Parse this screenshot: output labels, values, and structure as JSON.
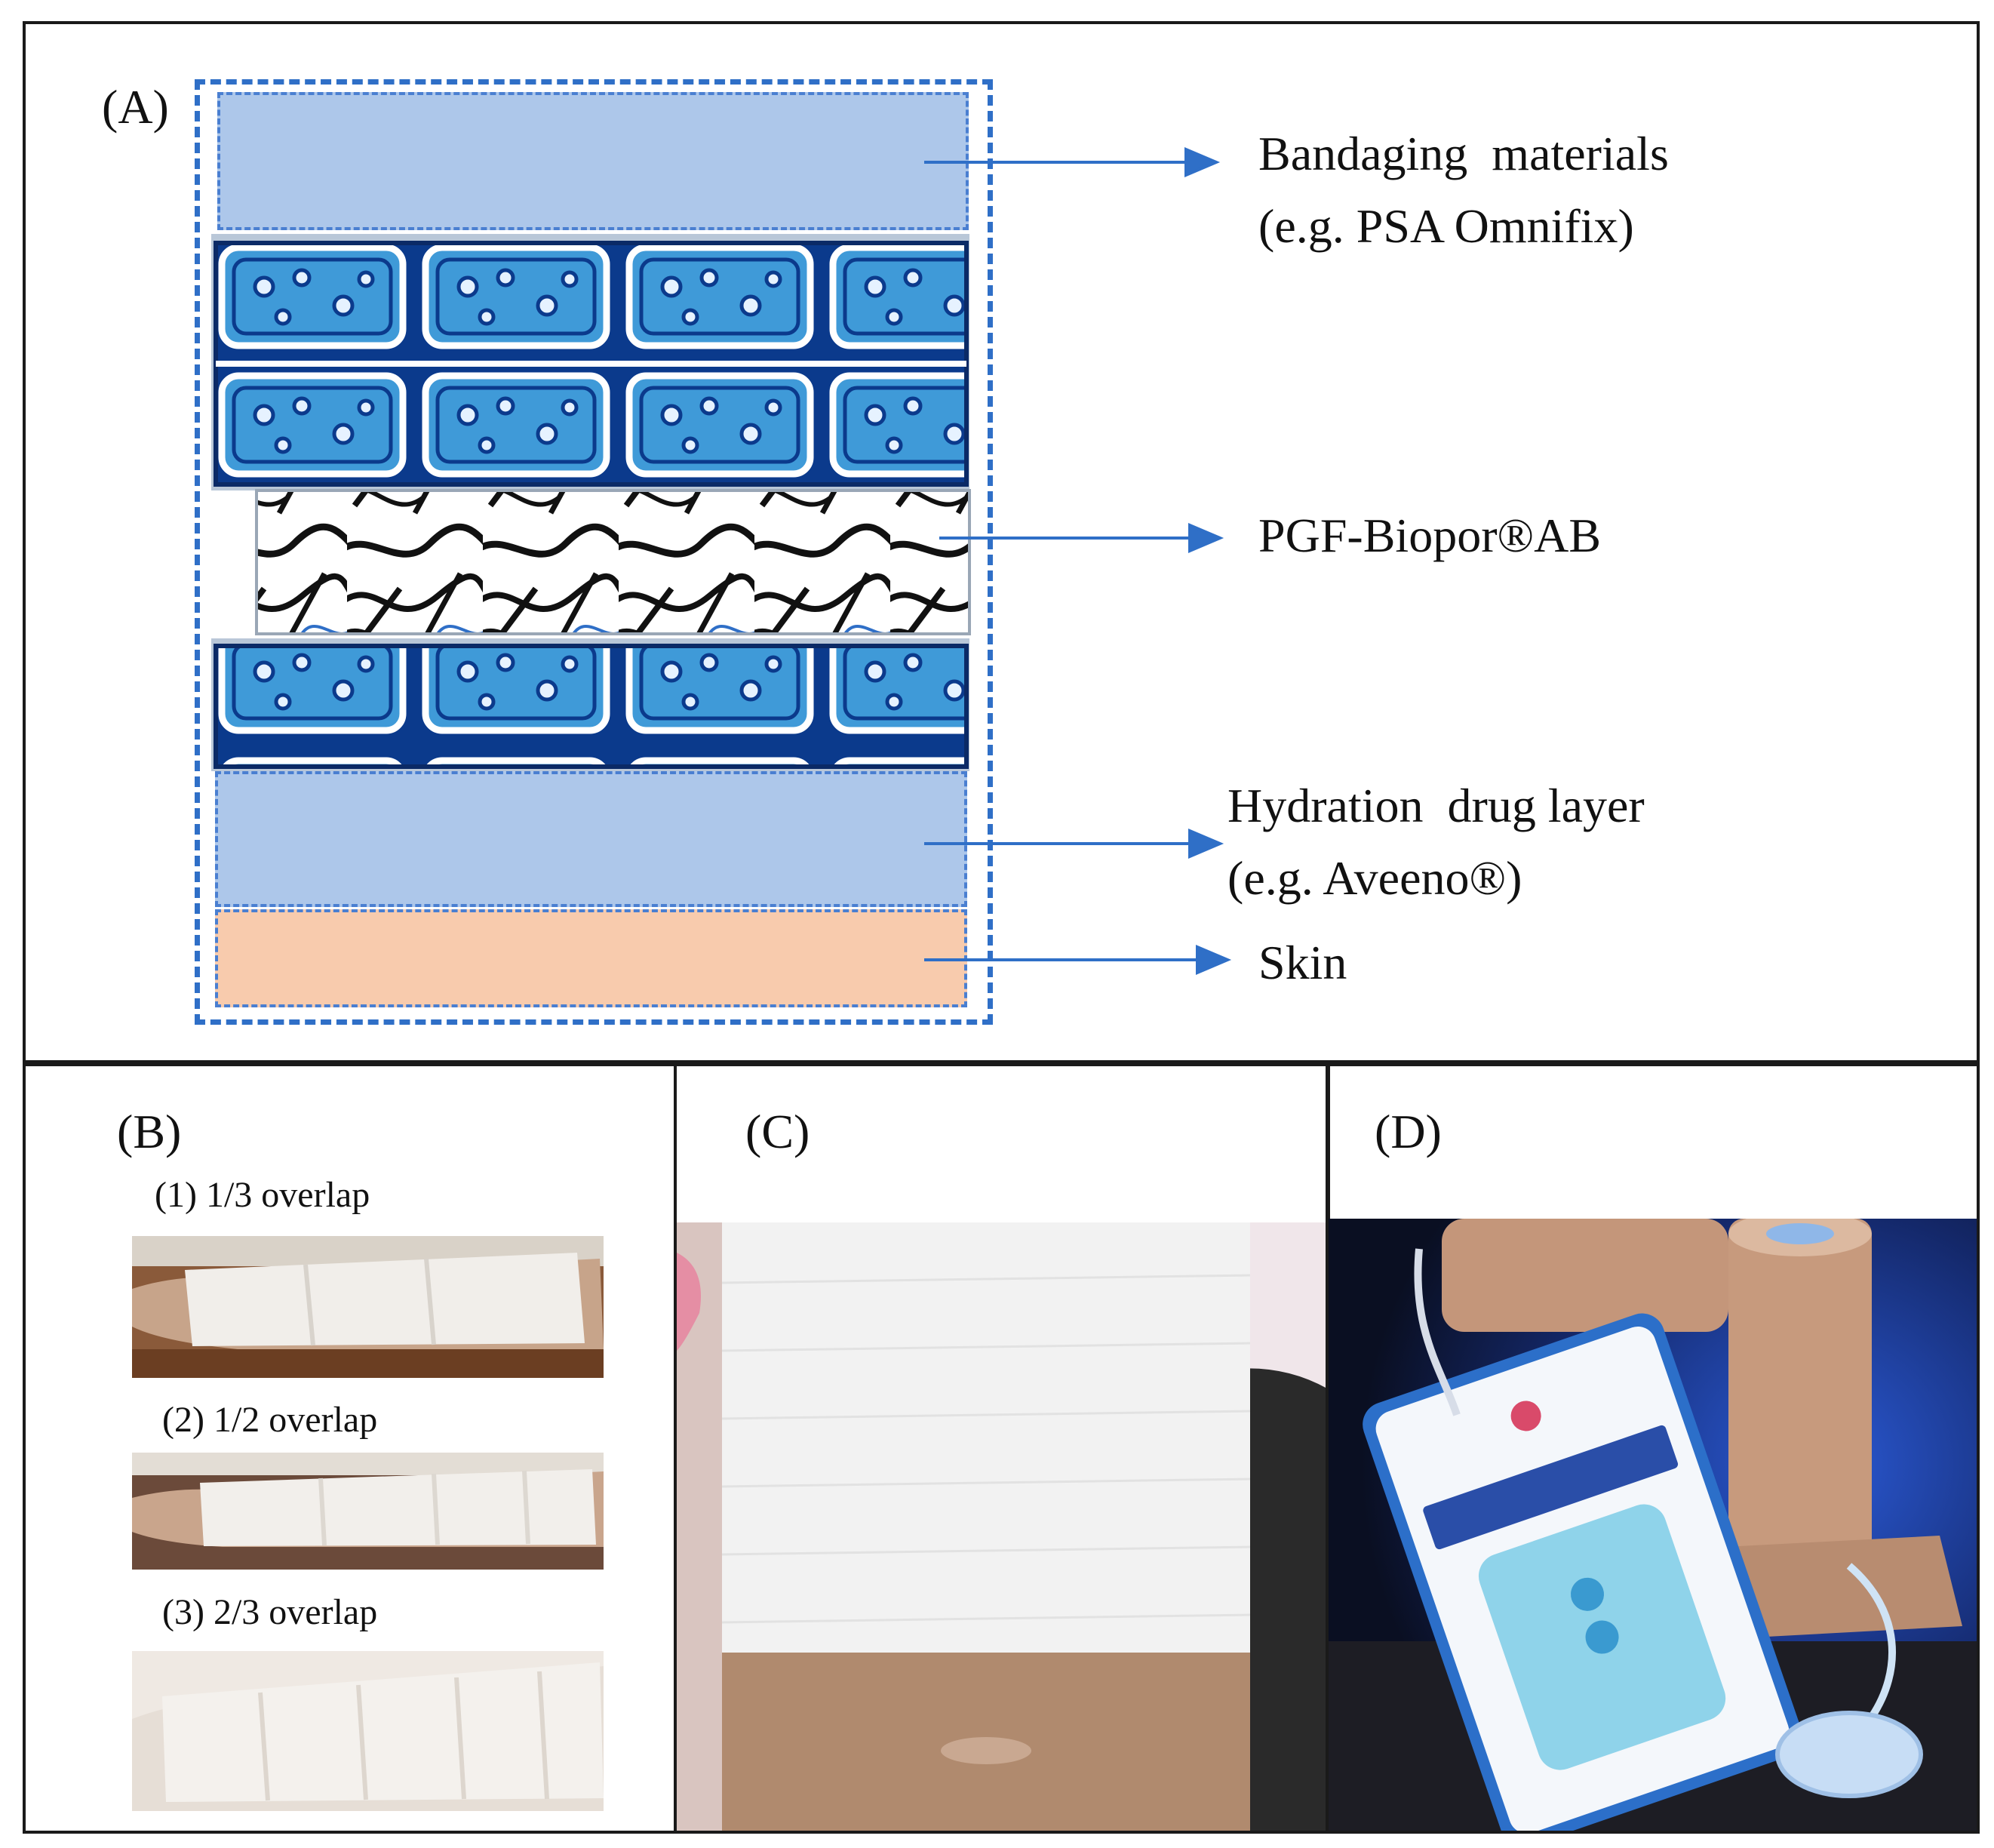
{
  "panels": {
    "a": {
      "label": "(A)"
    },
    "b": {
      "label": "(B)"
    },
    "c": {
      "label": "(C)"
    },
    "d": {
      "label": "(D)"
    }
  },
  "layers": {
    "bandaging": {
      "line1": "Bandaging  materials",
      "line2": "(e.g. PSA Omnifix)"
    },
    "pgf": {
      "line1": "PGF-Biopor®AB"
    },
    "hydration": {
      "line1": "Hydration  drug layer",
      "line2": "(e.g. Aveeno®)"
    },
    "skin": {
      "line1": "Skin"
    }
  },
  "overlaps": [
    {
      "label": "(1) 1/3 overlap",
      "fraction": 0.333
    },
    {
      "label": "(2) 1/2 overlap",
      "fraction": 0.5
    },
    {
      "label": "(3) 2/3 overlap",
      "fraction": 0.667
    }
  ],
  "colors": {
    "arrow": "#2f6fc7",
    "bandaging_layer": "#adc7ea",
    "hydration_layer": "#adc7ea",
    "skin_layer": "#f8cbad",
    "fabric_dark": "#0b3a8c",
    "fabric_light": "#3f9ad8"
  }
}
